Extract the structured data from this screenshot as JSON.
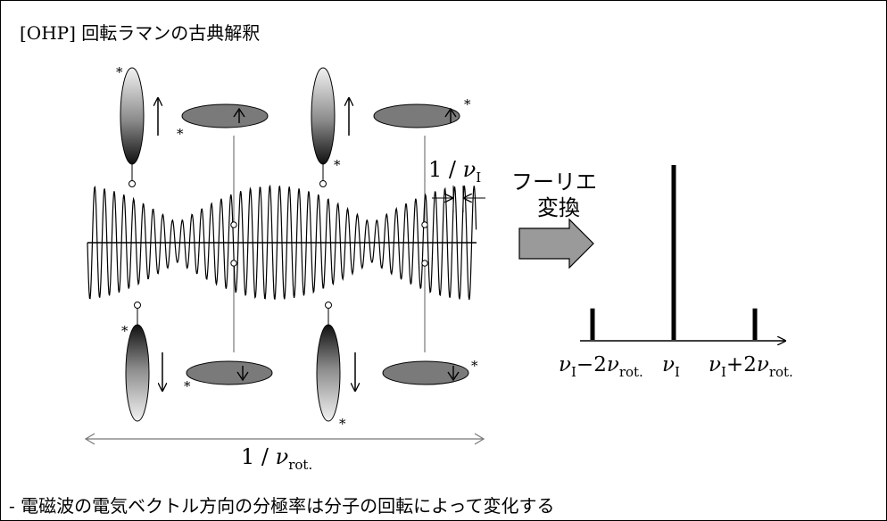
{
  "slide": {
    "title": "[OHP]  回転ラマンの古典解釈",
    "bullet": "- 電磁波の電気ベクトル方向の分極率は分子の回転によって変化する"
  },
  "diagram": {
    "period_label_base": "1 / ",
    "period_label_nu": "ν",
    "period_label_sub": "I",
    "rot_label_base": "1 / ",
    "rot_label_nu": "ν",
    "rot_label_sub": "rot.",
    "fourier_label_line1": "フーリエ",
    "fourier_label_line2": "変換",
    "asterisk": "*"
  },
  "spectrum": {
    "peaks": [
      {
        "label_nu": "ν",
        "label_sub": "I",
        "label_op": "−2",
        "label_nu2": "ν",
        "label_sub2": "rot.",
        "rel_height": 0.18
      },
      {
        "label_nu": "ν",
        "label_sub": "I",
        "label_op": "",
        "label_nu2": "",
        "label_sub2": "",
        "rel_height": 1.0
      },
      {
        "label_nu": "ν",
        "label_sub": "I",
        "label_op": "+2",
        "label_nu2": "ν",
        "label_sub2": "rot.",
        "rel_height": 0.18
      }
    ]
  },
  "colors": {
    "ink": "#000000",
    "ellipse_gray": "#7a7a7a",
    "arrow_fill": "#9a9a9a",
    "line_gray": "#777777"
  }
}
